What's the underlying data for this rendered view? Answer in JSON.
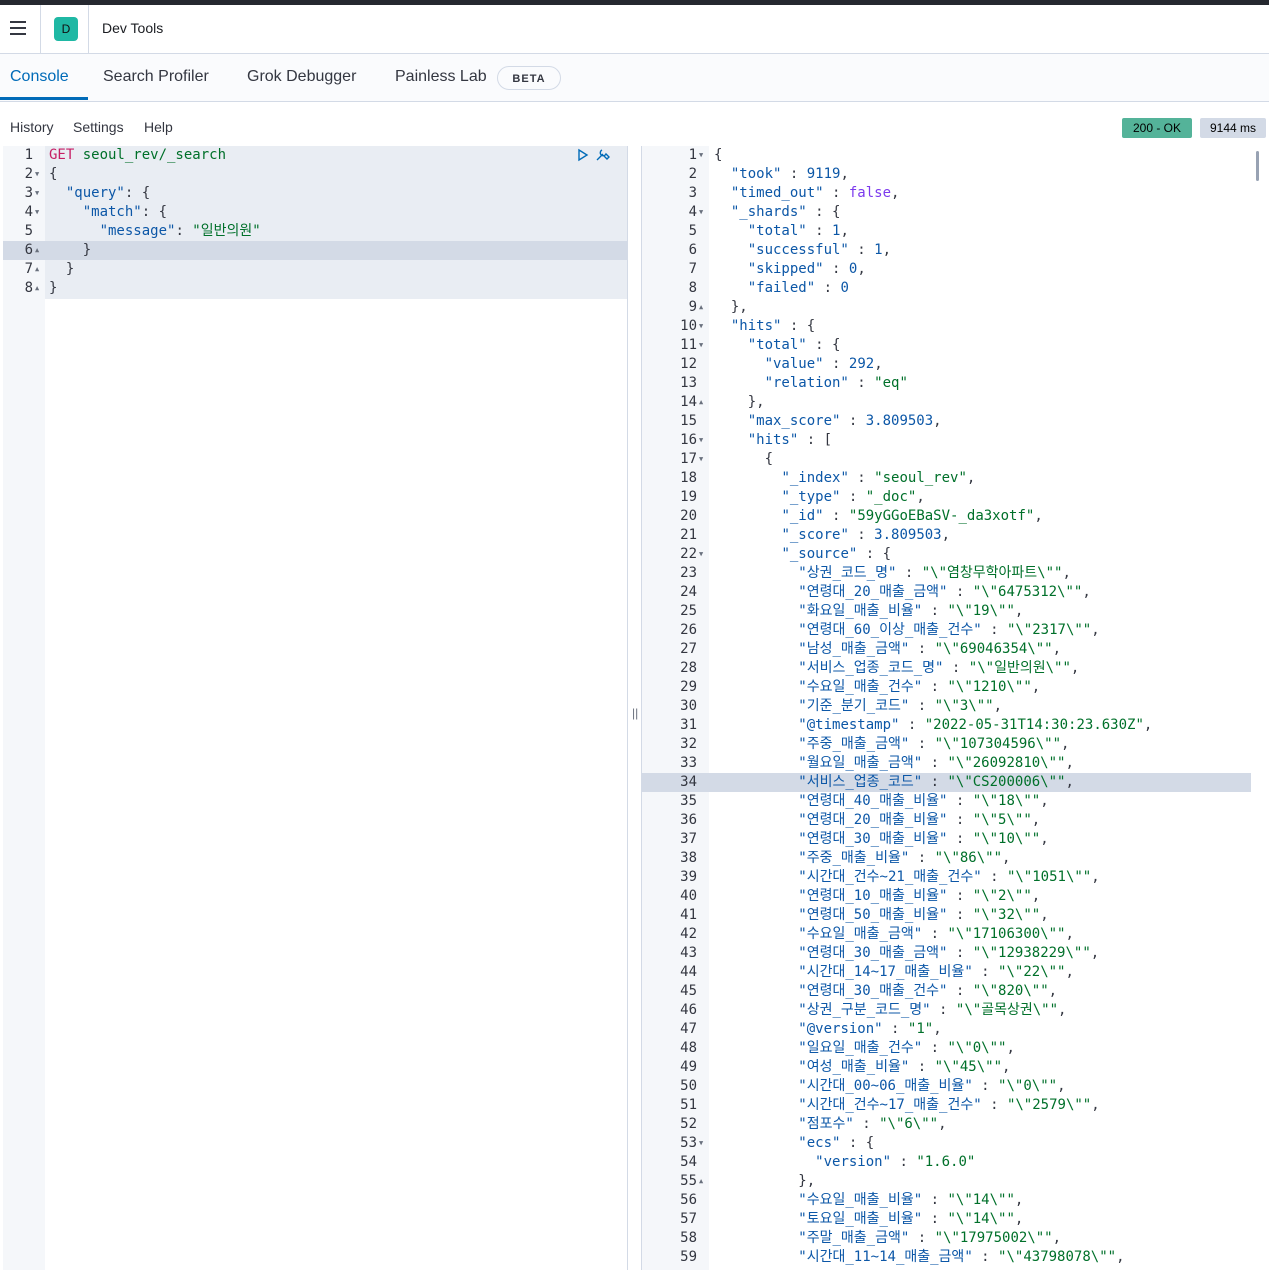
{
  "header": {
    "title": "Dev Tools",
    "avatar": "D"
  },
  "tabs": [
    {
      "label": "Console",
      "active": true
    },
    {
      "label": "Search Profiler"
    },
    {
      "label": "Grok Debugger"
    },
    {
      "label": "Painless Lab",
      "badge": "BETA"
    }
  ],
  "toolbar": {
    "history": "History",
    "settings": "Settings",
    "help": "Help"
  },
  "status": {
    "code": "200 - OK",
    "time": "9144 ms"
  },
  "request": {
    "lines": [
      [
        [
          "m",
          "GET "
        ],
        [
          "s",
          "seoul_rev/_search"
        ]
      ],
      [
        [
          "p",
          "{"
        ]
      ],
      [
        [
          "p",
          "  "
        ],
        [
          "k",
          "\"query\""
        ],
        [
          "p",
          ": {"
        ]
      ],
      [
        [
          "p",
          "    "
        ],
        [
          "k",
          "\"match\""
        ],
        [
          "p",
          ": {"
        ]
      ],
      [
        [
          "p",
          "      "
        ],
        [
          "k",
          "\"message\""
        ],
        [
          "p",
          ": "
        ],
        [
          "s",
          "\"일반의원\""
        ]
      ],
      [
        [
          "p",
          "    }"
        ]
      ],
      [
        [
          "p",
          "  }"
        ]
      ],
      [
        [
          "p",
          "}"
        ]
      ]
    ]
  },
  "response": {
    "lines": [
      [
        [
          "p",
          "{"
        ]
      ],
      [
        [
          "p",
          "  "
        ],
        [
          "k",
          "\"took\""
        ],
        [
          "p",
          " : "
        ],
        [
          "n",
          "9119"
        ],
        [
          "p",
          ","
        ]
      ],
      [
        [
          "p",
          "  "
        ],
        [
          "k",
          "\"timed_out\""
        ],
        [
          "p",
          " : "
        ],
        [
          "b",
          "false"
        ],
        [
          "p",
          ","
        ]
      ],
      [
        [
          "p",
          "  "
        ],
        [
          "k",
          "\"_shards\""
        ],
        [
          "p",
          " : {"
        ]
      ],
      [
        [
          "p",
          "    "
        ],
        [
          "k",
          "\"total\""
        ],
        [
          "p",
          " : "
        ],
        [
          "n",
          "1"
        ],
        [
          "p",
          ","
        ]
      ],
      [
        [
          "p",
          "    "
        ],
        [
          "k",
          "\"successful\""
        ],
        [
          "p",
          " : "
        ],
        [
          "n",
          "1"
        ],
        [
          "p",
          ","
        ]
      ],
      [
        [
          "p",
          "    "
        ],
        [
          "k",
          "\"skipped\""
        ],
        [
          "p",
          " : "
        ],
        [
          "n",
          "0"
        ],
        [
          "p",
          ","
        ]
      ],
      [
        [
          "p",
          "    "
        ],
        [
          "k",
          "\"failed\""
        ],
        [
          "p",
          " : "
        ],
        [
          "n",
          "0"
        ]
      ],
      [
        [
          "p",
          "  },"
        ]
      ],
      [
        [
          "p",
          "  "
        ],
        [
          "k",
          "\"hits\""
        ],
        [
          "p",
          " : {"
        ]
      ],
      [
        [
          "p",
          "    "
        ],
        [
          "k",
          "\"total\""
        ],
        [
          "p",
          " : {"
        ]
      ],
      [
        [
          "p",
          "      "
        ],
        [
          "k",
          "\"value\""
        ],
        [
          "p",
          " : "
        ],
        [
          "n",
          "292"
        ],
        [
          "p",
          ","
        ]
      ],
      [
        [
          "p",
          "      "
        ],
        [
          "k",
          "\"relation\""
        ],
        [
          "p",
          " : "
        ],
        [
          "s",
          "\"eq\""
        ]
      ],
      [
        [
          "p",
          "    },"
        ]
      ],
      [
        [
          "p",
          "    "
        ],
        [
          "k",
          "\"max_score\""
        ],
        [
          "p",
          " : "
        ],
        [
          "n",
          "3.809503"
        ],
        [
          "p",
          ","
        ]
      ],
      [
        [
          "p",
          "    "
        ],
        [
          "k",
          "\"hits\""
        ],
        [
          "p",
          " : ["
        ]
      ],
      [
        [
          "p",
          "      {"
        ]
      ],
      [
        [
          "p",
          "        "
        ],
        [
          "k",
          "\"_index\""
        ],
        [
          "p",
          " : "
        ],
        [
          "s",
          "\"seoul_rev\""
        ],
        [
          "p",
          ","
        ]
      ],
      [
        [
          "p",
          "        "
        ],
        [
          "k",
          "\"_type\""
        ],
        [
          "p",
          " : "
        ],
        [
          "s",
          "\"_doc\""
        ],
        [
          "p",
          ","
        ]
      ],
      [
        [
          "p",
          "        "
        ],
        [
          "k",
          "\"_id\""
        ],
        [
          "p",
          " : "
        ],
        [
          "s",
          "\"59yGGoEBaSV-_da3xotf\""
        ],
        [
          "p",
          ","
        ]
      ],
      [
        [
          "p",
          "        "
        ],
        [
          "k",
          "\"_score\""
        ],
        [
          "p",
          " : "
        ],
        [
          "n",
          "3.809503"
        ],
        [
          "p",
          ","
        ]
      ],
      [
        [
          "p",
          "        "
        ],
        [
          "k",
          "\"_source\""
        ],
        [
          "p",
          " : {"
        ]
      ],
      [
        [
          "p",
          "          "
        ],
        [
          "k",
          "\"상권_코드_명\""
        ],
        [
          "p",
          " : "
        ],
        [
          "s",
          "\"\\\"염창무학아파트\\\"\""
        ],
        [
          "p",
          ","
        ]
      ],
      [
        [
          "p",
          "          "
        ],
        [
          "k",
          "\"연령대_20_매출_금액\""
        ],
        [
          "p",
          " : "
        ],
        [
          "s",
          "\"\\\"6475312\\\"\""
        ],
        [
          "p",
          ","
        ]
      ],
      [
        [
          "p",
          "          "
        ],
        [
          "k",
          "\"화요일_매출_비율\""
        ],
        [
          "p",
          " : "
        ],
        [
          "s",
          "\"\\\"19\\\"\""
        ],
        [
          "p",
          ","
        ]
      ],
      [
        [
          "p",
          "          "
        ],
        [
          "k",
          "\"연령대_60_이상_매출_건수\""
        ],
        [
          "p",
          " : "
        ],
        [
          "s",
          "\"\\\"2317\\\"\""
        ],
        [
          "p",
          ","
        ]
      ],
      [
        [
          "p",
          "          "
        ],
        [
          "k",
          "\"남성_매출_금액\""
        ],
        [
          "p",
          " : "
        ],
        [
          "s",
          "\"\\\"69046354\\\"\""
        ],
        [
          "p",
          ","
        ]
      ],
      [
        [
          "p",
          "          "
        ],
        [
          "k",
          "\"서비스_업종_코드_명\""
        ],
        [
          "p",
          " : "
        ],
        [
          "s",
          "\"\\\"일반의원\\\"\""
        ],
        [
          "p",
          ","
        ]
      ],
      [
        [
          "p",
          "          "
        ],
        [
          "k",
          "\"수요일_매출_건수\""
        ],
        [
          "p",
          " : "
        ],
        [
          "s",
          "\"\\\"1210\\\"\""
        ],
        [
          "p",
          ","
        ]
      ],
      [
        [
          "p",
          "          "
        ],
        [
          "k",
          "\"기준_분기_코드\""
        ],
        [
          "p",
          " : "
        ],
        [
          "s",
          "\"\\\"3\\\"\""
        ],
        [
          "p",
          ","
        ]
      ],
      [
        [
          "p",
          "          "
        ],
        [
          "k",
          "\"@timestamp\""
        ],
        [
          "p",
          " : "
        ],
        [
          "s",
          "\"2022-05-31T14:30:23.630Z\""
        ],
        [
          "p",
          ","
        ]
      ],
      [
        [
          "p",
          "          "
        ],
        [
          "k",
          "\"주중_매출_금액\""
        ],
        [
          "p",
          " : "
        ],
        [
          "s",
          "\"\\\"107304596\\\"\""
        ],
        [
          "p",
          ","
        ]
      ],
      [
        [
          "p",
          "          "
        ],
        [
          "k",
          "\"월요일_매출_금액\""
        ],
        [
          "p",
          " : "
        ],
        [
          "s",
          "\"\\\"26092810\\\"\""
        ],
        [
          "p",
          ","
        ]
      ],
      [
        [
          "p",
          "          "
        ],
        [
          "k",
          "\"서비스_업종_코드\""
        ],
        [
          "p",
          " : "
        ],
        [
          "s",
          "\"\\\"CS200006\\\"\""
        ],
        [
          "p",
          ","
        ]
      ],
      [
        [
          "p",
          "          "
        ],
        [
          "k",
          "\"연령대_40_매출_비율\""
        ],
        [
          "p",
          " : "
        ],
        [
          "s",
          "\"\\\"18\\\"\""
        ],
        [
          "p",
          ","
        ]
      ],
      [
        [
          "p",
          "          "
        ],
        [
          "k",
          "\"연령대_20_매출_비율\""
        ],
        [
          "p",
          " : "
        ],
        [
          "s",
          "\"\\\"5\\\"\""
        ],
        [
          "p",
          ","
        ]
      ],
      [
        [
          "p",
          "          "
        ],
        [
          "k",
          "\"연령대_30_매출_비율\""
        ],
        [
          "p",
          " : "
        ],
        [
          "s",
          "\"\\\"10\\\"\""
        ],
        [
          "p",
          ","
        ]
      ],
      [
        [
          "p",
          "          "
        ],
        [
          "k",
          "\"주중_매출_비율\""
        ],
        [
          "p",
          " : "
        ],
        [
          "s",
          "\"\\\"86\\\"\""
        ],
        [
          "p",
          ","
        ]
      ],
      [
        [
          "p",
          "          "
        ],
        [
          "k",
          "\"시간대_건수~21_매출_건수\""
        ],
        [
          "p",
          " : "
        ],
        [
          "s",
          "\"\\\"1051\\\"\""
        ],
        [
          "p",
          ","
        ]
      ],
      [
        [
          "p",
          "          "
        ],
        [
          "k",
          "\"연령대_10_매출_비율\""
        ],
        [
          "p",
          " : "
        ],
        [
          "s",
          "\"\\\"2\\\"\""
        ],
        [
          "p",
          ","
        ]
      ],
      [
        [
          "p",
          "          "
        ],
        [
          "k",
          "\"연령대_50_매출_비율\""
        ],
        [
          "p",
          " : "
        ],
        [
          "s",
          "\"\\\"32\\\"\""
        ],
        [
          "p",
          ","
        ]
      ],
      [
        [
          "p",
          "          "
        ],
        [
          "k",
          "\"수요일_매출_금액\""
        ],
        [
          "p",
          " : "
        ],
        [
          "s",
          "\"\\\"17106300\\\"\""
        ],
        [
          "p",
          ","
        ]
      ],
      [
        [
          "p",
          "          "
        ],
        [
          "k",
          "\"연령대_30_매출_금액\""
        ],
        [
          "p",
          " : "
        ],
        [
          "s",
          "\"\\\"12938229\\\"\""
        ],
        [
          "p",
          ","
        ]
      ],
      [
        [
          "p",
          "          "
        ],
        [
          "k",
          "\"시간대_14~17_매출_비율\""
        ],
        [
          "p",
          " : "
        ],
        [
          "s",
          "\"\\\"22\\\"\""
        ],
        [
          "p",
          ","
        ]
      ],
      [
        [
          "p",
          "          "
        ],
        [
          "k",
          "\"연령대_30_매출_건수\""
        ],
        [
          "p",
          " : "
        ],
        [
          "s",
          "\"\\\"820\\\"\""
        ],
        [
          "p",
          ","
        ]
      ],
      [
        [
          "p",
          "          "
        ],
        [
          "k",
          "\"상권_구분_코드_명\""
        ],
        [
          "p",
          " : "
        ],
        [
          "s",
          "\"\\\"골목상권\\\"\""
        ],
        [
          "p",
          ","
        ]
      ],
      [
        [
          "p",
          "          "
        ],
        [
          "k",
          "\"@version\""
        ],
        [
          "p",
          " : "
        ],
        [
          "s",
          "\"1\""
        ],
        [
          "p",
          ","
        ]
      ],
      [
        [
          "p",
          "          "
        ],
        [
          "k",
          "\"일요일_매출_건수\""
        ],
        [
          "p",
          " : "
        ],
        [
          "s",
          "\"\\\"0\\\"\""
        ],
        [
          "p",
          ","
        ]
      ],
      [
        [
          "p",
          "          "
        ],
        [
          "k",
          "\"여성_매출_비율\""
        ],
        [
          "p",
          " : "
        ],
        [
          "s",
          "\"\\\"45\\\"\""
        ],
        [
          "p",
          ","
        ]
      ],
      [
        [
          "p",
          "          "
        ],
        [
          "k",
          "\"시간대_00~06_매출_비율\""
        ],
        [
          "p",
          " : "
        ],
        [
          "s",
          "\"\\\"0\\\"\""
        ],
        [
          "p",
          ","
        ]
      ],
      [
        [
          "p",
          "          "
        ],
        [
          "k",
          "\"시간대_건수~17_매출_건수\""
        ],
        [
          "p",
          " : "
        ],
        [
          "s",
          "\"\\\"2579\\\"\""
        ],
        [
          "p",
          ","
        ]
      ],
      [
        [
          "p",
          "          "
        ],
        [
          "k",
          "\"점포수\""
        ],
        [
          "p",
          " : "
        ],
        [
          "s",
          "\"\\\"6\\\"\""
        ],
        [
          "p",
          ","
        ]
      ],
      [
        [
          "p",
          "          "
        ],
        [
          "k",
          "\"ecs\""
        ],
        [
          "p",
          " : {"
        ]
      ],
      [
        [
          "p",
          "            "
        ],
        [
          "k",
          "\"version\""
        ],
        [
          "p",
          " : "
        ],
        [
          "s",
          "\"1.6.0\""
        ]
      ],
      [
        [
          "p",
          "          },"
        ]
      ],
      [
        [
          "p",
          "          "
        ],
        [
          "k",
          "\"수요일_매출_비율\""
        ],
        [
          "p",
          " : "
        ],
        [
          "s",
          "\"\\\"14\\\"\""
        ],
        [
          "p",
          ","
        ]
      ],
      [
        [
          "p",
          "          "
        ],
        [
          "k",
          "\"토요일_매출_비율\""
        ],
        [
          "p",
          " : "
        ],
        [
          "s",
          "\"\\\"14\\\"\""
        ],
        [
          "p",
          ","
        ]
      ],
      [
        [
          "p",
          "          "
        ],
        [
          "k",
          "\"주말_매출_금액\""
        ],
        [
          "p",
          " : "
        ],
        [
          "s",
          "\"\\\"17975002\\\"\""
        ],
        [
          "p",
          ","
        ]
      ],
      [
        [
          "p",
          "          "
        ],
        [
          "k",
          "\"시간대_11~14_매출_금액\""
        ],
        [
          "p",
          " : "
        ],
        [
          "s",
          "\"\\\"43798078\\\"\""
        ],
        [
          "p",
          ","
        ]
      ]
    ]
  }
}
